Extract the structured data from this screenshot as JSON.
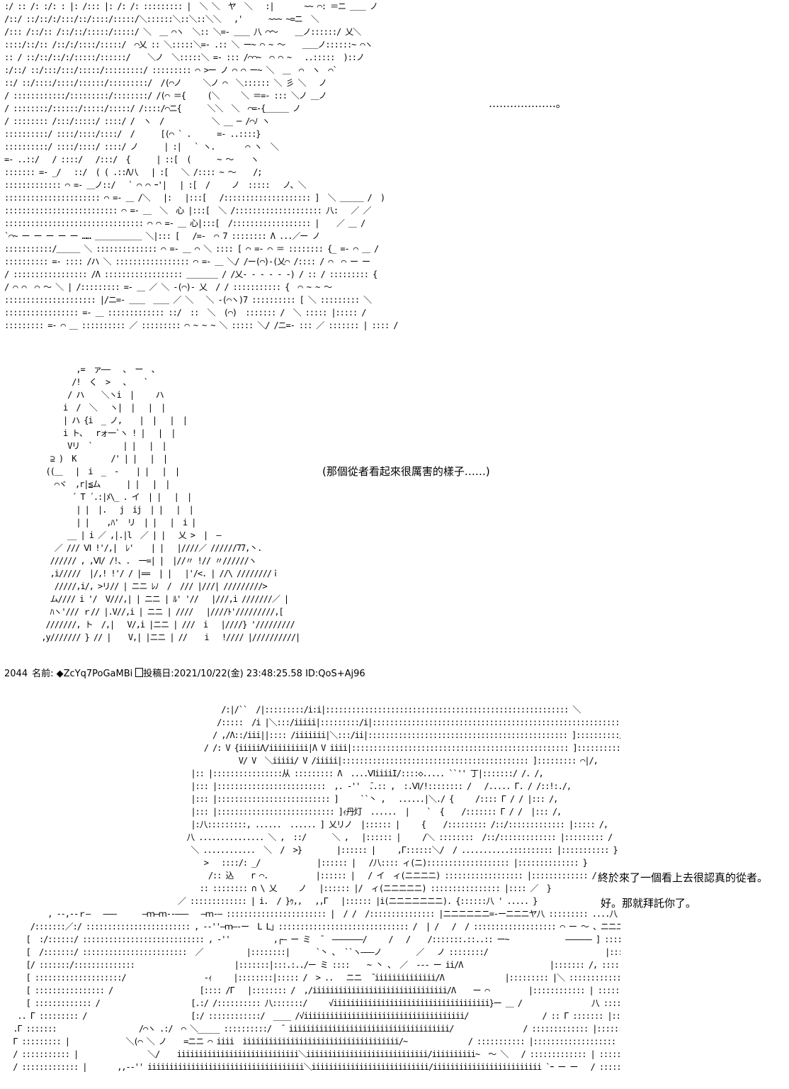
{
  "post": {
    "number": "2044",
    "name_label": "名前:",
    "trip": "◆ZcYq7PoGaMBi",
    "posted_label": "投稿日:",
    "date": "2021/10/22(金) 23:48:25.58",
    "id": "ID:QoS+Aj96"
  },
  "dialogue": {
    "line1": "……………….。",
    "line2": "(那個從者看起來很厲害的樣子……)",
    "line3": "終於來了一個看上去很認真的從者。",
    "line4": "好。那就拜託你了。"
  },
  "art": {
    "panel1": ":/ :: /: :/: : |: /::: |: /: /: ::::::::: |  ＼ ＼  ヤ  ＼   :|       ~~ ⌒: ＝ニ ＿＿ ノ\n/::/ ::/::/:/:::/::/::::/:::::/＼::::::＼::＼::＼＼   ,'      ~~~ ~=ニ  ＼\n/::: /::/:: /::/::/:::::/:::::/ ＼  ＿ ⌒ヽ  ＼:: ＼=- ＿＿ 八 ⌒～    ＿ノ::::::/ 乂＼\n::::/::/:: /::/:/::::/:::::/  ⌒乂 :: ＼:::::＼=- .:: ＼ ー~ ⌒ ~ ～    ＿＿ノ::::::~ ⌒ヽ\n:: / ::/::/::/:/:::::/::::::/    ＼ノ  ＼:::::＼ =- ::: /⌒⌒~  ⌒ ⌒ ~   ..:::::  )::ノ\n:/::/ ::/:::/:::/:::::/:::::::::/ ::::::::: ⌒ >ー ノ ⌒ ⌒ ー~ ＼  ＿  ⌒  ヽ  ⌒`\n::/ ::/::::/::::/::::::/:::::::::/  /(⌒ノ     ＼ノ ⌒  ＼:::::: ＼ 彡 ＼   ノ\n/ ::::::::::::/:::::::::/::::::::/ /(⌒ ＝{     (＼     ＼ ＝=- ::: ＼ノ ＿ノ\n/ ::::::::/::::::/:::::/:::::/ /::::/⌒ニ{      ＼＼  ＼  ⌒=-{＿＿＿ ノ\n/ :::::::: /:::/:::::/ ::::/ /  ヽ  /           ＼ __ ─ /⌒ﾉ ヽ\n::::::::::/ ::::/::::/::::/  /      [(⌒ ` .      =- ..::::}\n::::::::::/ ::::/::::/ ::::/ ノ      | :|   ` ヽ.       ⌒ ヽ  ＼\n=- ..::/   / ::::/   /:::/  {      | ::[  (      ~ ～    ヽ\n::::::: =- _/   ::/  ( ( .::Λ八   | :[   ＼ /:::: ~ ～    /;\n::::::::::::: ⌒ =- ＿ノ::/   ` ⌒ ⌒ ｰ'|   | :[  /     ノ  :::::   ノ､ ＼\n:::::::::::::::::::::: ⌒ =- ＿ /＼   |:   |:::[   /:::::::::::::::::::: ]  ＼ ＿＿＿ /  )\n:::::::::::::::::::::::::: ⌒ =- ＿  ＼  心 |:::[  ＼ /:::::::::::::::::::: 八:   ／ ／\n:::::::::::::::::::::::::::::::: ⌒ ⌒ =- ＿ 心|:::[  /:::::::::::::::::: |    ／ ＿ /\n`⌒~ ー ー ー ー ー …… ＿＿＿＿＿＿ ＼|::: [   /=-  ⌒ 7 :::::::: Λ ...／ー ノ\n:::::::::::/＿＿＿ ＼ :::::::::::::: ⌒ =- ＿ ⌒ ＼ :::: [ ⌒ =- ⌒ ＝ :::::::: {_ =- ⌒ ＿ /\n:::::::::: =- :::: /ハ ＼ ::::::::::::::::: ⌒ =- ＿ ＼/ /ー(⌒)-(乂⌒ /:::: / ⌒  ⌒ ー ー\n/ ::::::::::::::::: /Λ :::::::::::::::::: ＿＿＿＿ / /乂- - - - - -) / :: / ::::::::: {\n/ ⌒ ⌒  ⌒ ～ ＼ | /::::::::: =- ＿ ／ ＼ -(⌒)- 乂  / / ::::::::::: {  ⌒ ~ ~ ～\n::::::::::::::::::::: |/ニ=- ＿＿  ＿＿ ／ ＼   ＼ -(⌒ヽ)7 :::::::::: [ ＼ ::::::::: ＼\n::::::::::::::::: =- ＿ ::::::::::::: ::/  ::  ＼  (⌒)  ::::::: /  ＼ ::::: |::::: /\n::::::::: =- ⌒ ＿ :::::::::: ／ ::::::::: ⌒ ~ ~ ~ ＼ ::::: ＼/ /ニ=- ::: ／ ::::::: | :::: /\n_ =- ⌒ ＼  ＿＿ ／ ::::::::::::::::::::::::::::::::::: ＼／ / ＿ ＼ :: へ ::::::: |:::/",
    "panel2": "           ,=  ァ――   、 ー  、\n          /!  く  >   、   `\n         / ハ    ＼ヽi  |     ハ\n        i  /  ＼   ヽ|  |   |  |\n        | ハ {i  _ ノ,    |  |   |  |\n        i ト、  rォ一`ヽ ! |   |  |\n         Vリ  `       | |   |  |\n     ⊇ )  K        /' | |   |  |\n    ((＿   |  i  _  -    | |   |  |\n      ⌒ヾ  ,r|≦ム      | |   |  |\n          ´ T ´.:|ﾒ\\_ . イ  | |   |  |\n           | |  |.   j  ij  | |   |  |\n           | |    ,ﾊ'  リ  | |   |  i |\n         __ | i ／ ,|.|l  ／ | |   乂 >  |  ―\n      ／ /// Ⅵ !'/,|  ﾚ'    | |   |////／ //////77,丶.\n     ////// , ,Ⅵ/ /!、.  一=| |  |//〃 !// 〃//////ヽ\n     ,i/////  |/,! !'/ / |==  | |   |'/<. | //\\ ////////ｉ\n      /////,i/, >リ// | ニニ ﾚﾉ  /  /// |///| /////////>\n     ム//// i '/  V///,| | ニニ | ﾙ' '//   |///,i ///////／ |\n     ﾊヽ'/// ｒ// |.V//,i | ニニ | ////   |////ﾄ'/////////,[\n    ///////, ト  /,|   V/,i |ニニ | ///  i   |////} '/////////\n   ,y/////// } // |    V,| |ニニ | //    i   !//// |//////////|",
    "panel3": "                                                  /:|/``  /|:::::::::/i:i|:::::::::::::::::::::::::::::::::::::::::::::::::::::::: ＼\n                                                 /:::::  /i |＼:::/iiiii|:::::::::/i|:::::::::::::::::::::::::::::::::::::::::::::::::::::::::,\n                                                / ,/Λ::/iii||:::: /iiiiiii|＼:::/ii|:::::::::::::::::::::::::::::::::::::::::::::: ]::::::::::/,\n                                              / /: V {iiiiiΛ/iiiiiiiii|Λ V iiii|:::::::::::::::::::::::::::::::::::::::::::::::::: ]::::::::::/,\n                                                      V/ V  ＼iiiii/ V /iiiii|::::::::::::::::::::::::::::::::::::::::::: ]::::::::: ⌒|/,\n                                           |:: |::::::::::::::::从 ::::::::: Λ  ....ⅥiiiiI/::::◇..... ``'' 丁|:::::::/ /. /,\n                                           |::: |:::::::::::::::::::::::::  ,. ‐''  ̄..:: ,  :.Ⅵ/!:::::::: /   /..... Г. / /::!:./,\n                                           |::: |:::::::::::::::::::::::::: ]     ``丶 ,   ......|＼./ {     /:::: Г / / |::: /,\n                                           |::: |::::::::::::::::::::::::::: ]ｨ丹灯  ......  |    `  {    /::::::: Г / /  |::: /,\n                                           |:八:::::::::, ......  ...... ] 乂リノ  |:::::: |     {    /::::::::: /::/::::::::::::: |::::: /,\n                                          八 ............... ＼ ,  ::/      ＼ ,   |:::::: |     /＼ ::::::::  /::/::::::::::::: |::::::::: /\n                                           ＼ ............  ＼  /  >}        |:::::: |     ,Г::::::＼/  / ...........:::::::::: |::::::::::: }\n                                              >   ::::/: _/             |:::::: |   /八:::: ィ(ニ)::::::::::::::::::: |:::::::::::::: }\n                                               /:: 込    r ⌒.           |:::::: |   / イ  ィ(ニニニニ) :::::::::::::::::: |::::::::::::: /\n                                             :: :::::::: ∩ \\ 乂     ノ   |:::::: |/  ィ(ニニニニニ) :::::::::::::::: |:::: ／  }\n                                        ／ ::::::::::::: | i.  / }ｩ,,   ,,Г   |:::::: |i(ニニニニニニニ). {::::::八 ' ..... }\n          , -‐,--ｒ―   ―――      ―ｍ―ｍ--―――   ―ｍ-― ::::::::::::::::::::::: |  / /  /::::::::::::::: |ニニニニニニ=-ーニニニヤ八 ::::::::: ....八\n      /:::::::／:/ :::::::::::::::::::::::: , -‐''―ｍ―‐ー  L L」:::::::::::::::::::::::::::::: /  | /   /  / ::::::::::::::::::: ⌒ ー ～ 、ニニニヤ :: /,::::::::::::::\n     [  :/::::::/ :::::::::::::::::::::::::::: , -''          ,┌― ー ミ  ̄   ―――――――/     /   /    /:::::::.::..:: ー~             ―――――― ] ::::/,::::::::::::::::::\n     [  /:::::::/ ::::::::::::::::::::::::  ／          |::::::::|      `丶 ､  ``ヽ―――ノ        ／   ノ ::::::::/                           |:::::::: /,::::::::::::::::::::::\n     [/ :::::::/::::::::::::::                       |:::::::|:::.:../ー ミ ::::    ~ 丶 、 ／  --- ー ii/Λ                    |::::::: /, ::::::::::::::::::::::::\n     [ ::::::::::::::::::::/                  -ｨ     |::::::::|::::: /  > ..   ニニ  ̄ iiiiiiiiiiiiii/Λ              |::::::::: |＼ :::::::::::::::::::::: ヽ\n     [ :::::::::::::::: /                    [:::: /Г   |:::::::: /  ,/iiiiiiiiiiiiiiiiiiiiiiiiiiiiiii/Λ    ー ⌒         |:::::::::::: | :::::::::::::::::::::::::: ]\n     [ ::::::::::::: /                     [.:/ /:::::::::: 八:::::::/     √iiiiiiiiiiiiiiiiiiiiiiiiiiiiiiiiiiii}ー ＿ /                八 ::::::::: | :::::::::  ＼＼ :::::::::  ]\n   .. Г ::::::::: /                        [:/ ::::::::::::/  ____ /√iiiiiiiiiiiiiiiiiiiiiiiiiiiiiiiiiiiii/                 / :: Г ::::::: |:::::::::::::  ＼＼ ::::::::: ]\n  .Г :::::::                   /⌒ヽ .:/  ⌒ ＼_____ ::::::::::/  ̄  iiiiiiiiiiiiiiiiiiiiiiiiiiiiiiiiiiiii/                / ::::::::::::: |::::::::::::::::    ＼＼ ::::\n  Г ::::::::: |             ＼(⌒ ＼ ノ    =ニニ ⌒ iiii  iiiiiiiiiiiiiiiiiiiiiiiiiiiiiiiiiiii/~              / ::::::::::: |:::::::::::::::::::    ＼＼:\n  / ::::::::::: |                ＼/    iiiiiiiiiiiiiiiiiiiiiiiiiiii＼iiiiiiiiiiiiiiiiiiiiiiiiiiii/iiiiiiiiii~  ～ ＼   / ::::::::::::: | :::::::::::::::::::::::     ＼＼\n  / ::::::::::::: |       ,,-‐'' iiiiiiiiiiiiiiiiiiiiiiiiiiiiiiiiiiii＼iiiiiiiiiiiiiiiiiiiiiiiiiii/iiiiiiiiiiiiiiiiiiiiiiiii `ｰ ー ー   / ::::::::::::: } ::::::::::::::::::::::::::     ＼＼"
  }
}
